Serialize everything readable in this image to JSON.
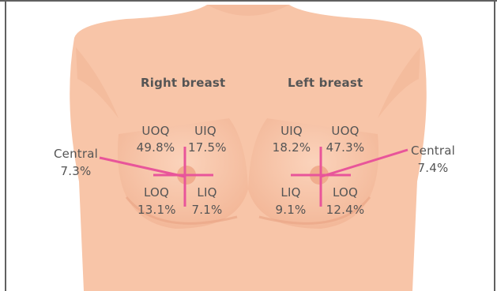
{
  "colors": {
    "skin": "#f8c5a8",
    "skin_shadow": "#eeab8c",
    "areola": "#f2b496",
    "quadrant_lines": "#e8559a",
    "text": "#555555",
    "frame": "#606060"
  },
  "right_breast": {
    "heading": "Right breast",
    "uoq": {
      "label": "UOQ",
      "value": "49.8%"
    },
    "uiq": {
      "label": "UIQ",
      "value": "17.5%"
    },
    "loq": {
      "label": "LOQ",
      "value": "13.1%"
    },
    "liq": {
      "label": "LIQ",
      "value": "7.1%"
    },
    "central": {
      "label": "Central",
      "value": "7.3%"
    }
  },
  "left_breast": {
    "heading": "Left breast",
    "uiq": {
      "label": "UIQ",
      "value": "18.2%"
    },
    "uoq": {
      "label": "UOQ",
      "value": "47.3%"
    },
    "liq": {
      "label": "LIQ",
      "value": "9.1%"
    },
    "loq": {
      "label": "LOQ",
      "value": "12.4%"
    },
    "central": {
      "label": "Central",
      "value": "7.4%"
    }
  }
}
